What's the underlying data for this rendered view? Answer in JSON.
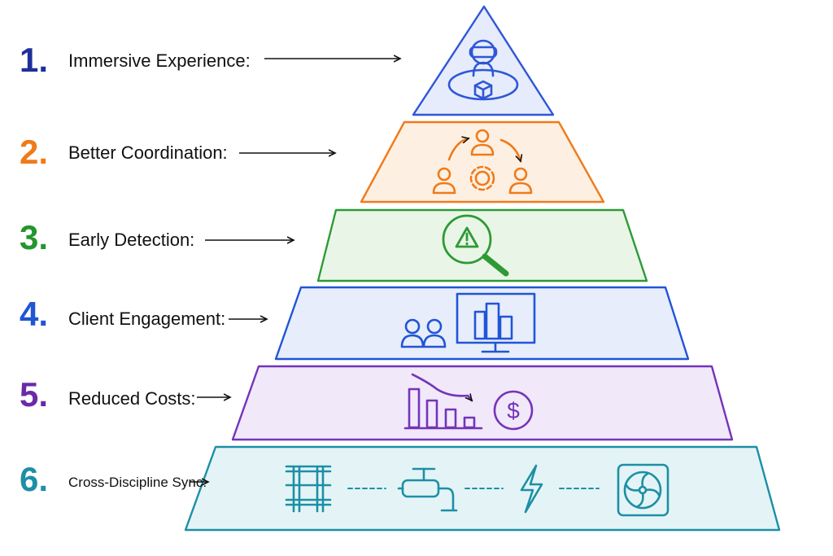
{
  "levels": [
    {
      "number": "1.",
      "label": "Immersive Experience:",
      "color": "#1e2f9a",
      "fill": "#e6ecfb",
      "stroke": "#2f56d8",
      "icon": "vr-headset-user-icon"
    },
    {
      "number": "2.",
      "label": "Better Coordination:",
      "color": "#f07a1a",
      "fill": "#fdf0e2",
      "stroke": "#f07a1a",
      "icon": "team-coordination-gear-icon"
    },
    {
      "number": "3.",
      "label": "Early Detection:",
      "color": "#23962e",
      "fill": "#e9f6e7",
      "stroke": "#2e9a35",
      "icon": "warning-magnifier-icon"
    },
    {
      "number": "4.",
      "label": "Client Engagement:",
      "color": "#2155d6",
      "fill": "#e7edfb",
      "stroke": "#2155d6",
      "icon": "clients-building-monitor-icon"
    },
    {
      "number": "5.",
      "label": "Reduced Costs:",
      "color": "#6a2aa8",
      "fill": "#f1e8fa",
      "stroke": "#7434b8",
      "icon": "declining-bars-dollar-icon"
    },
    {
      "number": "6.",
      "label": "Cross-Discipline Sync:",
      "color": "#1d8fa6",
      "fill": "#e4f4f6",
      "stroke": "#1d8fa6",
      "icon": "structure-plumbing-electrical-hvac-icon"
    }
  ]
}
